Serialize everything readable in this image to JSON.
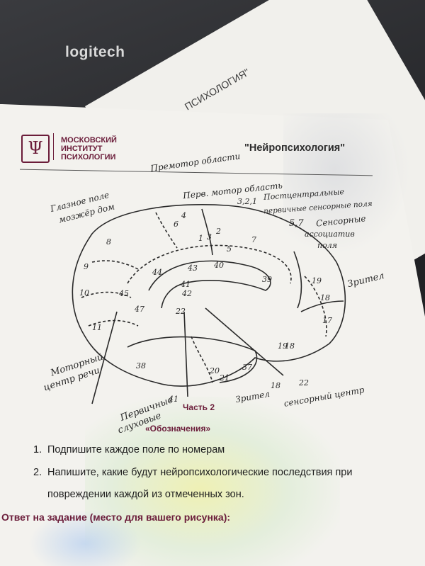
{
  "keyboard": {
    "brand": "logitech"
  },
  "back_sheet": {
    "title_fragment": "ПСИХОЛОГИЯ\""
  },
  "header": {
    "institute_lines": [
      "МОСКОВСКИЙ",
      "ИНСТИТУТ",
      "ПСИХОЛОГИИ"
    ],
    "course_title": "\"Нейропсихология\""
  },
  "diagram": {
    "field_numbers": [
      "6",
      "4",
      "3,2,1",
      "8",
      "1",
      "3",
      "2",
      "5",
      "7",
      "9",
      "44",
      "43",
      "40",
      "39",
      "41",
      "42",
      "19",
      "10",
      "45",
      "47",
      "18",
      "17",
      "11",
      "22",
      "19",
      "18",
      "38",
      "20",
      "37",
      "21",
      "18",
      "22",
      "41"
    ],
    "handwritten_labels": {
      "premotor": "Премотор области",
      "frontal_eye": "Глазное поле",
      "frontal_eye_2": "мозжёр дом",
      "primary_motor": "Перв. мотор область",
      "postcentral": "Постцентральные",
      "primary_sensory": "первичные сенсорные поля",
      "secondary_sensory_num": "5,7",
      "secondary_sensory": "Сенсорные",
      "association": "ассоциатив",
      "fields": "поля",
      "visual": "Зрител",
      "motor_speech_1": "Моторный",
      "motor_speech_2": "центр речи",
      "auditory_1": "Первичные",
      "auditory_2": "слуховые",
      "visual_2": "Зрител",
      "sensory_center": "сенсорный центр"
    }
  },
  "part_label": "Часть 2",
  "legend_label": "«Обозначения»",
  "tasks": [
    {
      "number": "1.",
      "text": "Подпишите каждое поле по номерам"
    },
    {
      "number": "2.",
      "text": "Напишите, какие будут нейропсихологические последствия при"
    },
    {
      "number": "",
      "text": "повреждении каждой из отмеченных зон."
    }
  ],
  "answer_label": "Ответ на задание (место для вашего рисунка):",
  "colors": {
    "brand": "#6b1d3a",
    "ink": "#2a2a2a",
    "paper": "#f3f2ee"
  }
}
